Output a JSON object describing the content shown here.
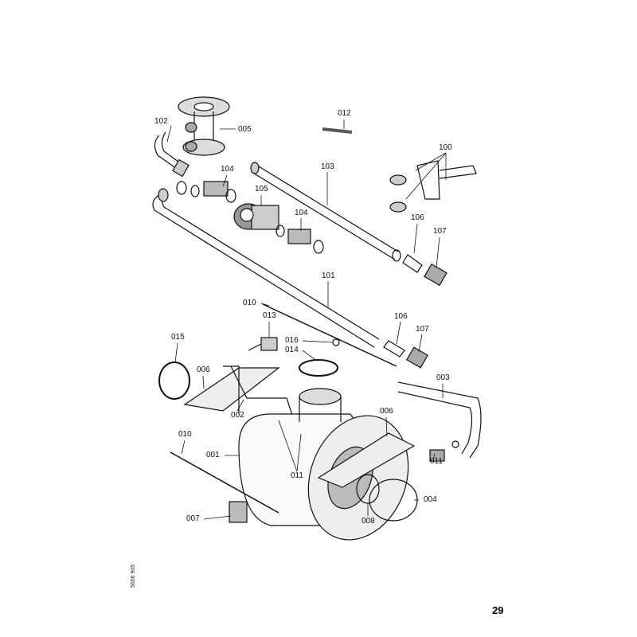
{
  "page_number": "29",
  "document_number": "5606 905",
  "part_labels": [
    "102",
    "005",
    "012",
    "100",
    "104",
    "103",
    "105",
    "104",
    "106",
    "107",
    "101",
    "010",
    "106",
    "107",
    "013",
    "015",
    "016",
    "014",
    "006",
    "003",
    "002",
    "006",
    "001",
    "011",
    "011",
    "010",
    "004",
    "008",
    "007"
  ]
}
